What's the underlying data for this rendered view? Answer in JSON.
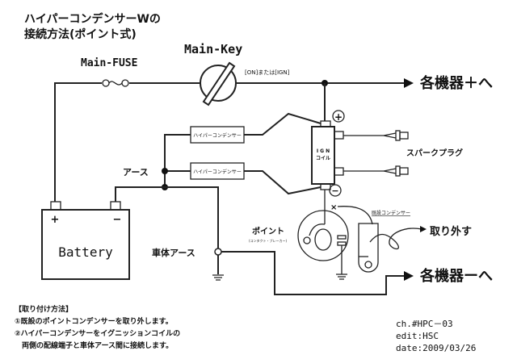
{
  "title": {
    "line1": "ハイパーコンデンサーWの",
    "line2": "接続方法(ポイント式)"
  },
  "labels": {
    "main_key": "Main-Key",
    "main_fuse": "Main-FUSE",
    "key_position": "[ON]または[IGN]",
    "to_devices_plus": "各機器＋へ",
    "to_devices_minus": "各機器ーへ",
    "coil_line1": "I G N",
    "coil_line2": "コイル",
    "plus_symbol": "+",
    "minus_symbol": "−",
    "spark_plug": "スパークプラグ",
    "condenser_top": "ハイパーコンデンサー",
    "condenser_bottom": "ハイパーコンデンサー",
    "earth": "アース",
    "battery": "Battery",
    "battery_plus": "+",
    "battery_minus": "−",
    "body_earth": "車体アース",
    "point": "ポイント",
    "point_sub": "(コンタクト・ブレーカー)",
    "existing_condenser": "既設コンデンサー",
    "remove": "取り外す",
    "cross": "×"
  },
  "instructions": {
    "heading": "【取り付け方法】",
    "step1": "①既設のポイントコンデンサーを取り外します。",
    "step2a": "②ハイパーコンデンサーをイグニッションコイルの",
    "step2b": "　両側の配線端子と車体アース間に接続します。"
  },
  "meta": {
    "chart_no": "ch.#HPC－03",
    "edit": "edit:HSC",
    "date": "date:2009/03/26"
  }
}
